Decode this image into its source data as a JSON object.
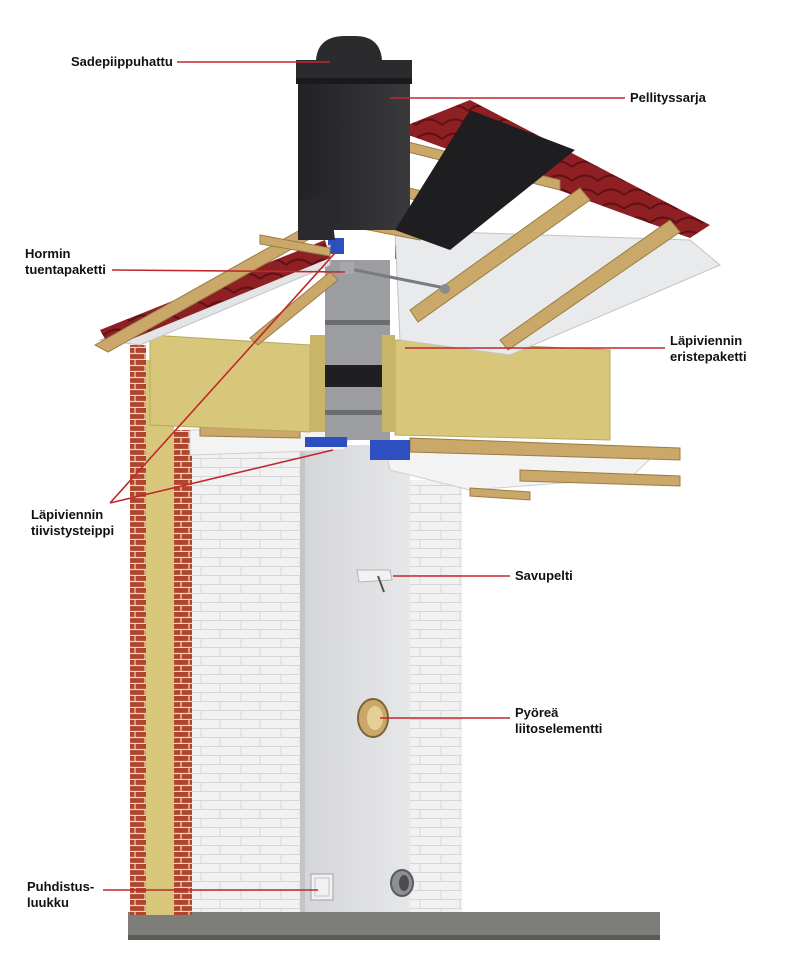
{
  "labels": {
    "sadepiippuhattu": "Sadepiippuhattu",
    "pellityssarja": "Pellityssarja",
    "hormin_tuentapaketti": [
      "Hormin",
      "tuentapaketti"
    ],
    "lapiviennin_eristepaketti": [
      "Läpiviennin",
      "eristepaketti"
    ],
    "lapiviennin_tiivistysteippi": [
      "Läpiviennin",
      "tiivistysteippi"
    ],
    "savupelti": "Savupelti",
    "pyorea_liitoselementti": [
      "Pyöreä",
      "liitoselementti"
    ],
    "puhdistusluukku": [
      "Puhdistus-",
      "luukku"
    ]
  },
  "colors": {
    "leader_line": "#c0282d",
    "chimney_cap": "#2b2b2d",
    "roof_tile": "#8e1f22",
    "timber": "#c9a86a",
    "insulation": "#d8c77a",
    "brick": "#b0452c",
    "chimney_body": "#d9dadc",
    "seal_tape": "#2d4fbf",
    "floor": "#7d7d7a"
  }
}
